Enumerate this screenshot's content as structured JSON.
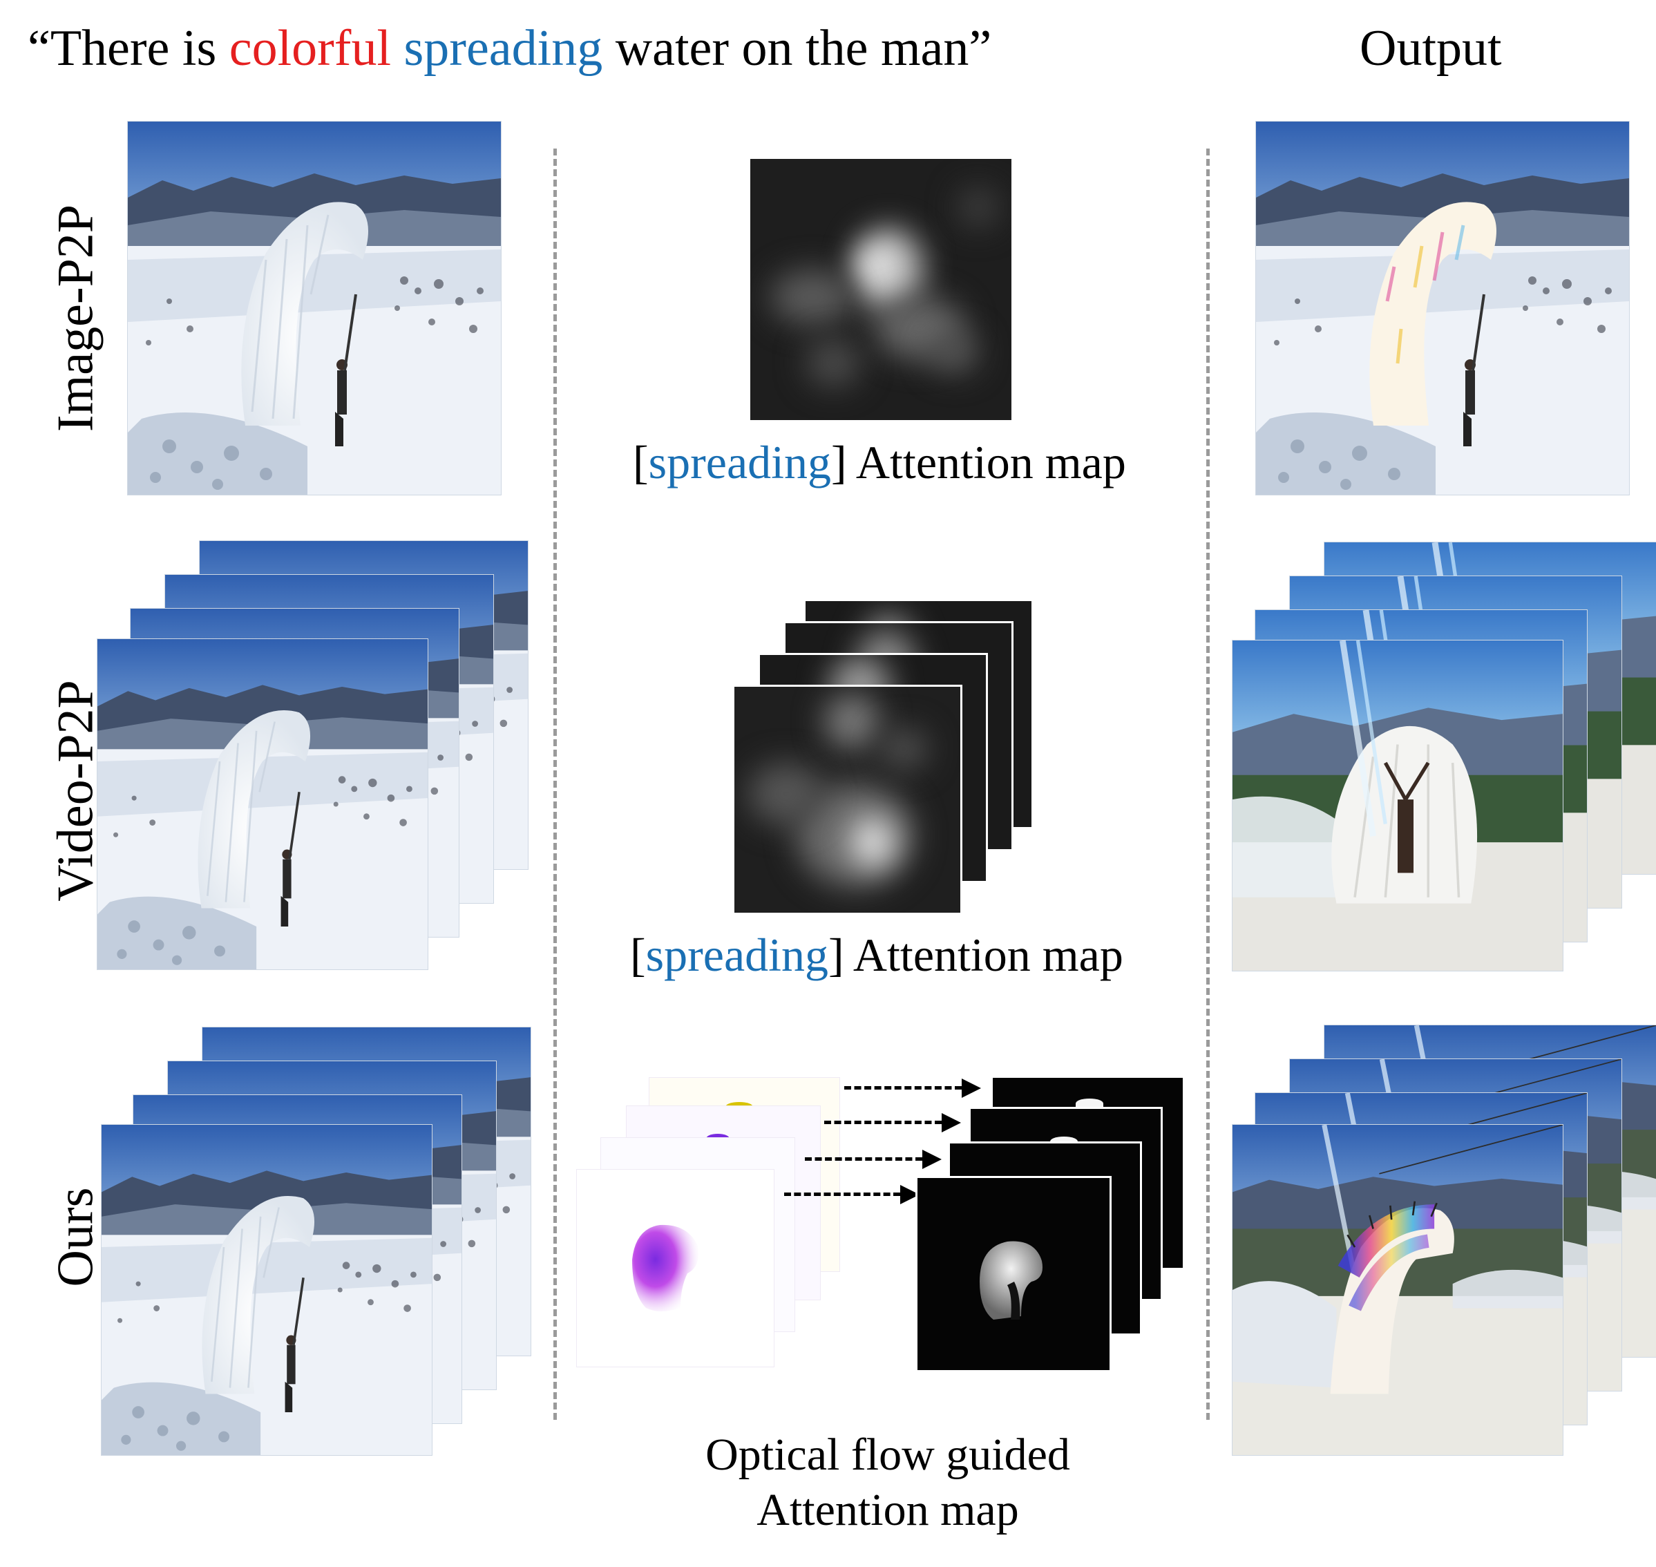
{
  "prompt": {
    "open_quote": "“There is ",
    "word_color": "colorful",
    "space": " ",
    "word_motion": "spreading",
    "rest": " water on the man”"
  },
  "column_headers": {
    "output": "Output"
  },
  "row_labels": {
    "image_p2p": "Image-P2P",
    "video_p2p": "Video-P2P",
    "ours": "Ours"
  },
  "captions": {
    "attn_1": {
      "open": "[",
      "word": "spreading",
      "close": "] Attention map"
    },
    "attn_2": {
      "open": "[",
      "word": "spreading",
      "close": "] Attention map"
    },
    "flow_line1": "Optical flow guided",
    "flow_line2": "Attention map"
  },
  "colors": {
    "keyword_red": "#e51f1f",
    "keyword_blue": "#1a6fb3",
    "divider": "#9a9a9a"
  },
  "icons": {
    "arrow": "dashed-right-arrow"
  }
}
